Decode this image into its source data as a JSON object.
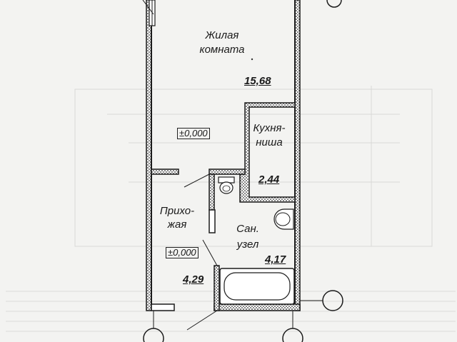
{
  "rooms": {
    "living": {
      "name_line1": "Жилая",
      "name_line2": "комната",
      "area": "15,68"
    },
    "kitchen": {
      "name_line1": "Кухня-",
      "name_line2": "ниша",
      "area": "2,44"
    },
    "hall": {
      "name_line1": "Прихо-",
      "name_line2": "жая",
      "area": "4,29"
    },
    "bath": {
      "name_line1": "Сан.",
      "name_line2": "узел",
      "area": "4,17"
    }
  },
  "levels": {
    "living": "±0,000",
    "hall": "±0,000"
  },
  "colors": {
    "wall": "#1c1c1c",
    "hatch": "#4a4a4a",
    "paper": "#f3f3f1",
    "ghost": "#cfcfcf"
  }
}
